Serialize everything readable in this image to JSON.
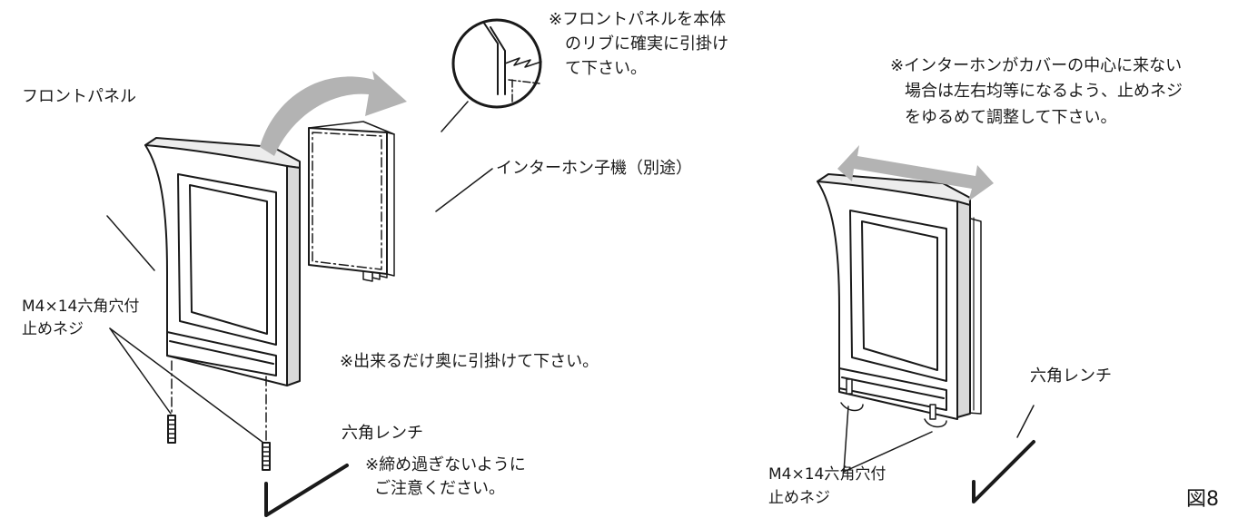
{
  "figure_id": "図8",
  "labels": {
    "front_panel": "フロントパネル",
    "note_rib": [
      "※フロントパネルを本体",
      "のリブに確実に引掛け",
      "て下さい。"
    ],
    "intercom": "インターホン子機（別途）",
    "note_deep": "※出来るだけ奥に引掛けて下さい。",
    "screw_left": [
      "M4×14六角穴付",
      "止めネジ"
    ],
    "wrench_left": "六角レンチ",
    "note_tighten": [
      "※締め過ぎないように",
      "ご注意ください。"
    ],
    "note_center": [
      "※インターホンがカバーの中心に来ない",
      "場合は左右均等になるよう、止めネジ",
      "をゆるめて調整して下さい。"
    ],
    "wrench_right": "六角レンチ",
    "screw_right": [
      "M4×14六角穴付",
      "止めネジ"
    ]
  },
  "colors": {
    "line": "#1a1a1a",
    "arrow_fill": "#b3b3b3",
    "panel_shade": "#d9d9d9"
  }
}
